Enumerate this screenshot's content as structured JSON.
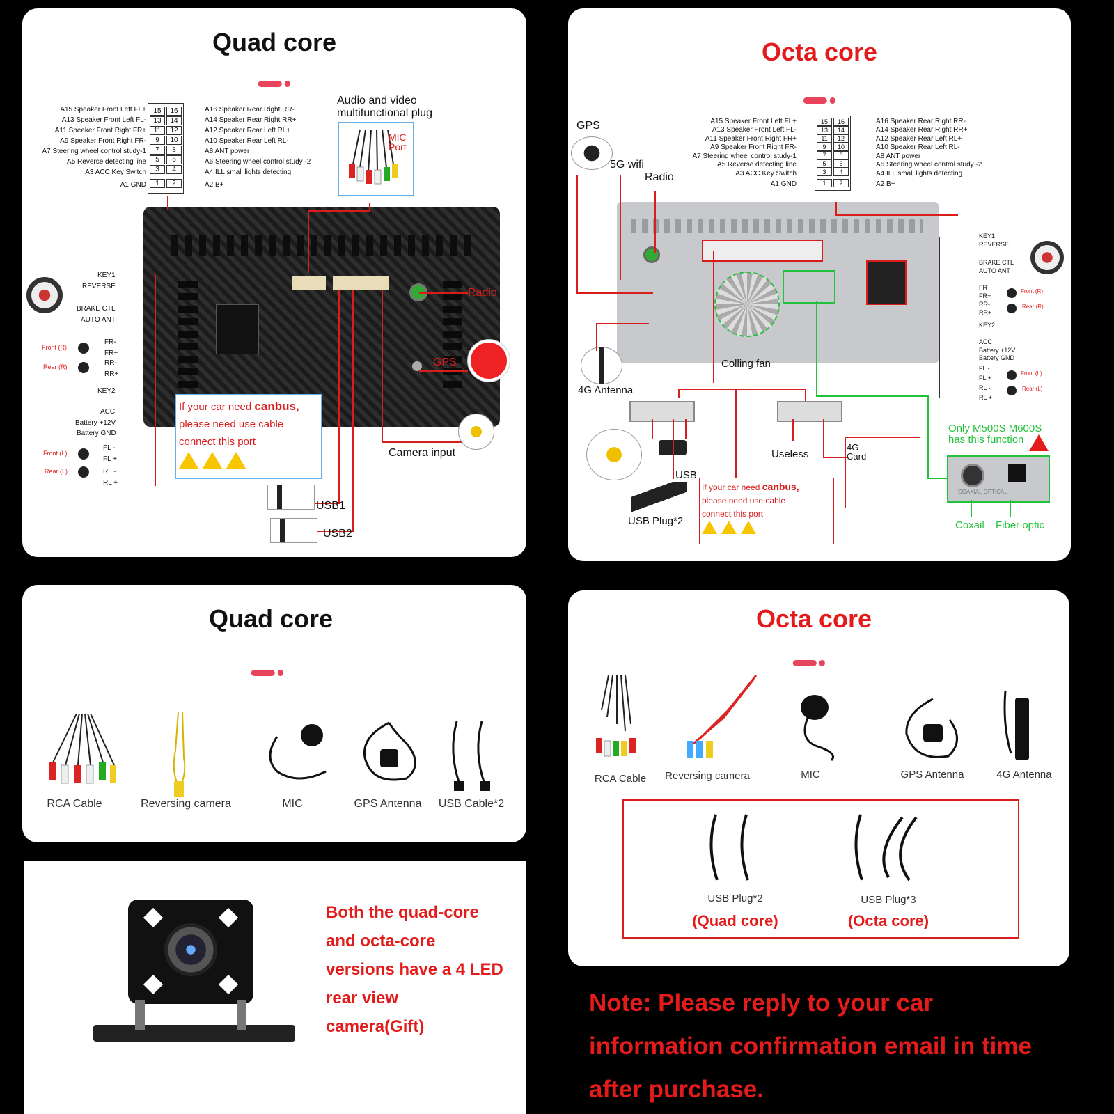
{
  "panel_tl": {
    "title": "Quad core",
    "pinout_left": [
      "A15 Speaker Front Left FL+",
      "A13 Speaker Front Left FL-",
      "A11 Speaker Front Right FR+",
      "A9 Speaker Front Right FR-",
      "A7 Steering wheel control study-1",
      "A5 Reverse detecting line",
      "A3 ACC Key Switch",
      "A1 GND"
    ],
    "pinout_right": [
      "A16 Speaker Rear Right RR-",
      "A14 Speaker Rear Right RR+",
      "A12 Speaker Rear Left RL+",
      "A10 Speaker Rear Left RL-",
      "A8 ANT power",
      "A6 Steering wheel control study -2",
      "A4 ILL small lights detecting",
      "A2 B+"
    ],
    "pins_left": [
      "15",
      "13",
      "11",
      "9",
      "7",
      "5",
      "3",
      "1"
    ],
    "pins_right": [
      "16",
      "14",
      "12",
      "10",
      "8",
      "6",
      "4",
      "2"
    ],
    "av_plug": "Audio and video multifunctional plug",
    "mic_port": "MIC Port",
    "side_labels": [
      "KEY1",
      "REVERSE",
      "BRAKE CTL",
      "AUTO ANT",
      "FR-",
      "FR+",
      "RR-",
      "RR+",
      "KEY2",
      "ACC",
      "Battery +12V",
      "Battery GND",
      "FL -",
      "FL +",
      "RL -",
      "RL +"
    ],
    "front_r": "Front (R)",
    "rear_r": "Rear (R)",
    "front_l": "Front (L)",
    "rear_l": "Rear (L)",
    "radio": "Radio",
    "gps": "GPS",
    "canbus_1": "If your car need ",
    "canbus_bold": "canbus,",
    "canbus_2": "please need use cable",
    "canbus_3": "connect this port",
    "camera_input": "Camera input",
    "usb1": "USB1",
    "usb2": "USB2"
  },
  "panel_tr": {
    "title": "Octa core",
    "pinout_left": [
      "A15 Speaker Front Left FL+",
      "A13 Speaker Front Left FL-",
      "A11 Speaker Front Right FR+",
      "A9 Speaker Front Right FR-",
      "A7 Steering wheel control study-1",
      "A5 Reverse detecting line",
      "A3 ACC Key Switch",
      "A1 GND"
    ],
    "pinout_right": [
      "A16 Speaker Rear Right RR-",
      "A14 Speaker Rear Right RR+",
      "A12 Speaker Rear Left RL+",
      "A10 Speaker Rear Left RL-",
      "A8 ANT power",
      "A6 Steering wheel control study -2",
      "A4 ILL small lights detecting",
      "A2 B+"
    ],
    "pins_left": [
      "15",
      "13",
      "11",
      "9",
      "7",
      "5",
      "3",
      "1"
    ],
    "pins_right": [
      "16",
      "14",
      "12",
      "10",
      "8",
      "6",
      "4",
      "2"
    ],
    "gps": "GPS",
    "wifi": "5G wifi",
    "radio": "Radio",
    "antenna_4g": "4G Antenna",
    "fan": "Colling fan",
    "side_labels": [
      "KEY1",
      "REVERSE",
      "BRAKE CTL",
      "AUTO ANT",
      "FR-",
      "FR+",
      "RR-",
      "RR+",
      "KEY2",
      "ACC",
      "Battery +12V",
      "Battery GND",
      "FL -",
      "FL +",
      "RL -",
      "RL +"
    ],
    "front_r": "Front (R)",
    "rear_r": "Rear (R)",
    "front_l": "Front (L)",
    "rear_l": "Rear (L)",
    "usb": "USB",
    "usb_plug": "USB Plug*2",
    "useless": "Useless",
    "card_4g": "4G Card",
    "canbus_1": "If your car need ",
    "canbus_bold": "canbus,",
    "canbus_2": "please need use cable",
    "canbus_3": "connect this port",
    "only_note": "Only M500S M600S has this function",
    "coaxial_optical": "COAXIAL OPTICAL",
    "coxail": "Coxail",
    "fiber": "Fiber optic"
  },
  "panel_ml": {
    "title": "Quad core",
    "items": [
      "RCA Cable",
      "Reversing camera",
      "MIC",
      "GPS Antenna",
      "USB Cable*2"
    ]
  },
  "panel_mr": {
    "title": "Octa core",
    "items": [
      "RCA Cable",
      "Reversing camera",
      "MIC",
      "GPS Antenna",
      "4G Antenna"
    ],
    "usb_quad": "USB Plug*2",
    "usb_octa": "USB Plug*3",
    "quad_label": "(Quad core)",
    "octa_label": "(Octa core)"
  },
  "gift": [
    "Both the quad-core",
    "and octa-core",
    "versions have a 4 LED",
    "rear view",
    "camera(Gift)"
  ],
  "note": [
    "Note: Please reply to your car",
    "information confirmation email in time",
    "after purchase."
  ]
}
